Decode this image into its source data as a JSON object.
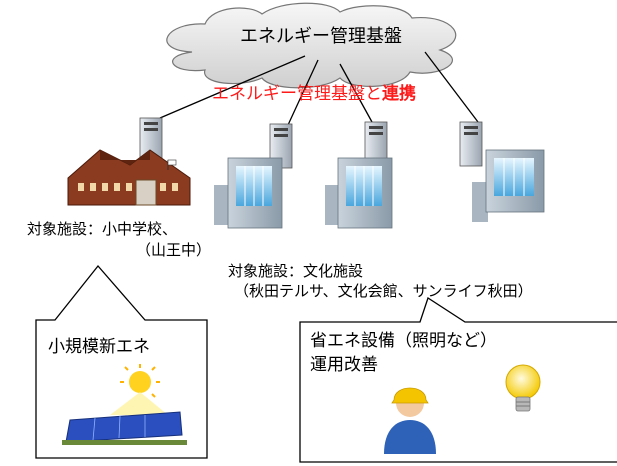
{
  "cloud": {
    "label": "エネルギー管理基盤"
  },
  "link": {
    "text": "エネルギー管理基盤と",
    "emphasis": "連携"
  },
  "school": {
    "line1": "対象施設：小中学校、",
    "line2": "（山王中）"
  },
  "culture": {
    "line1": "対象施設：文化施設",
    "line2": "（秋田テルサ、文化会館、サンライフ秋田）"
  },
  "box_left": {
    "title": "小規模新エネ"
  },
  "box_right": {
    "line1": "省エネ設備（照明など）",
    "line2": "運用改善"
  },
  "icons": [
    "cloud-icon",
    "server-icon",
    "school-building-icon",
    "office-building-icon",
    "solar-panel-icon",
    "worker-icon",
    "lightbulb-icon"
  ],
  "colors": {
    "cloud": "#e8e8e8",
    "accent": "#ff1a1a",
    "building": "#9fb0bf",
    "school": "#8b3b1f"
  }
}
